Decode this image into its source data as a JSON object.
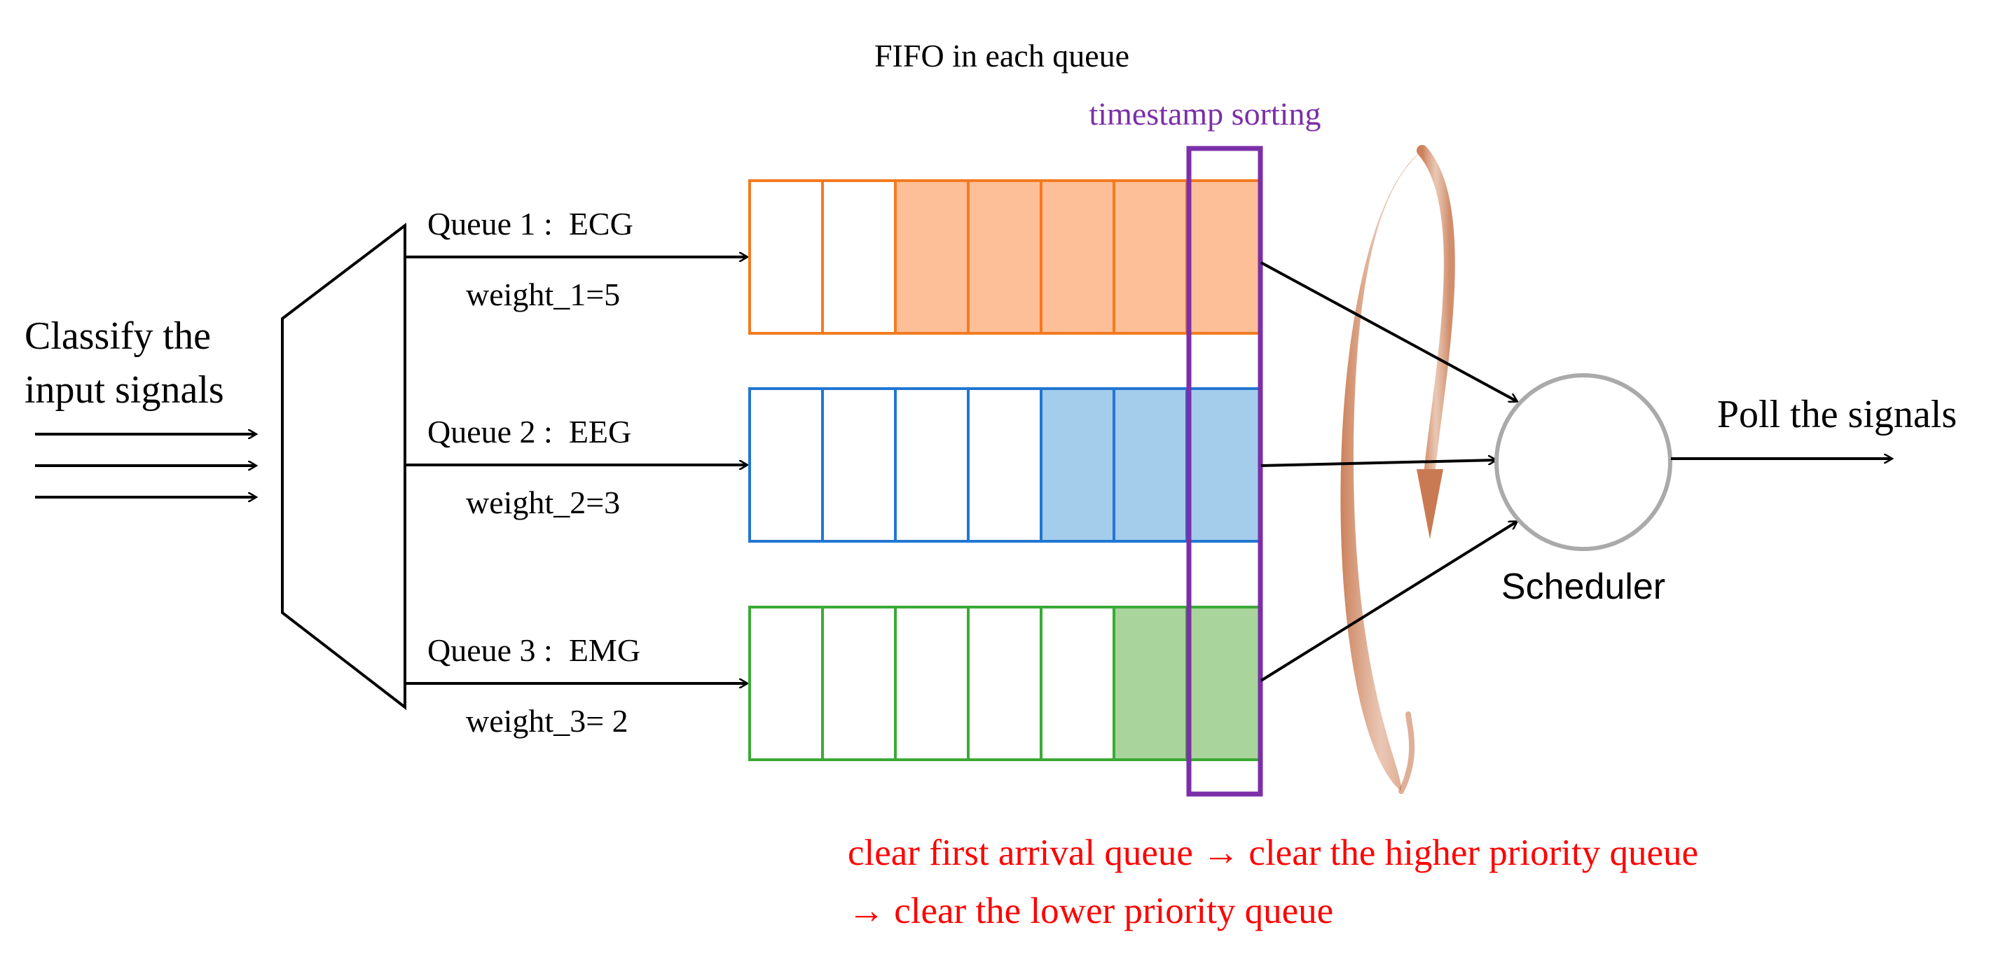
{
  "labels": {
    "fifo": "FIFO in each queue",
    "timestamp": "timestamp sorting",
    "classify_line1": "Classify the",
    "classify_line2": "input signals",
    "poll": "Poll the signals",
    "scheduler": "Scheduler",
    "policy_line1": "clear first arrival queue → clear the higher priority queue",
    "policy_line2": "→ clear the lower priority queue"
  },
  "queues": [
    {
      "name": "Queue 1 :  ECG",
      "weight": "weight_1=5",
      "weight_value": 5,
      "slots": 7,
      "filled": 5,
      "stroke": "#F47A20",
      "fill": "#FCBF98"
    },
    {
      "name": "Queue 2 :  EEG",
      "weight": "weight_2=3",
      "weight_value": 3,
      "slots": 7,
      "filled": 3,
      "stroke": "#2176D2",
      "fill": "#A4CDEC"
    },
    {
      "name": "Queue 3 :  EMG",
      "weight": "weight_3= 2",
      "weight_value": 2,
      "slots": 7,
      "filled": 2,
      "stroke": "#3AAA35",
      "fill": "#A9D59C"
    }
  ],
  "colors": {
    "timestamp_box": "#7B2FA8",
    "policy_text": "#FF0000",
    "scheduler_circle": "#AAAAAA",
    "rotation_arrow": "#C97A52",
    "line": "#000000"
  }
}
